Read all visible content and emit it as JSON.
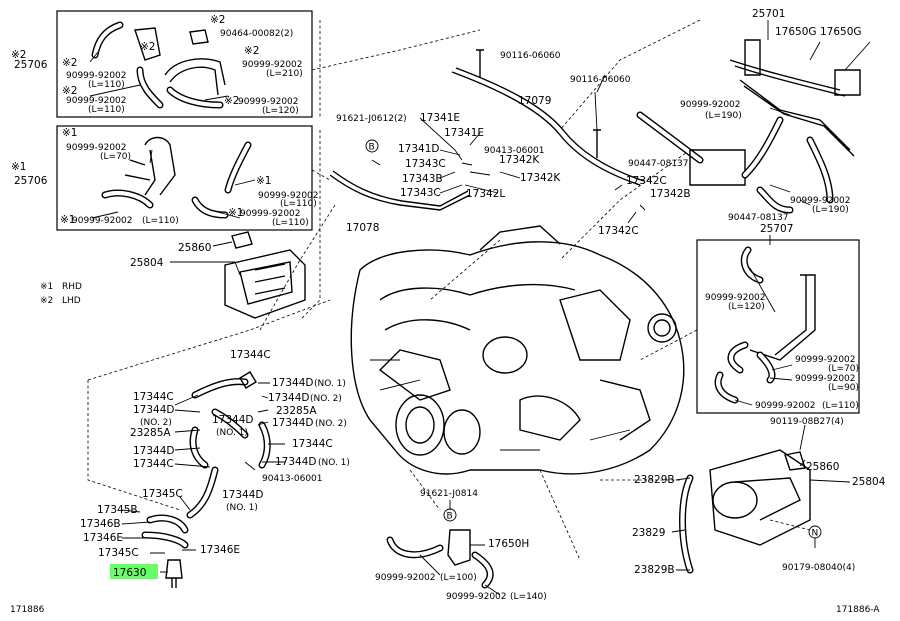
{
  "legend": {
    "rhd_mark": "※1",
    "rhd_text": "RHD",
    "lhd_mark": "※2",
    "lhd_text": "LHD"
  },
  "footer": {
    "left": "171886",
    "right": "171886-A"
  },
  "highlight_color": "#66ff66",
  "box_top": {
    "group_label": "25706",
    "group_mark": "※2",
    "labels": {
      "a": "※2",
      "b": "90464-00082(2)",
      "c": "※2",
      "d": "※2",
      "e": "90999-92002",
      "f": "(L=110)",
      "g": "※2",
      "h": "90999-92002",
      "i": "(L=110)",
      "j": "90999-92002",
      "k": "(L=210)",
      "l": "※2",
      "m": "90999-92002",
      "n": "(L=120)"
    }
  },
  "box_mid": {
    "group_label": "25706",
    "group_mark": "※1",
    "labels": {
      "a": "※1",
      "b": "90999-92002",
      "c": "(L=70)",
      "d": "※1",
      "e": "90999-92002",
      "f": "(L=110)",
      "g": "※1",
      "h": "90999-92002",
      "i": "(L=110)",
      "j": "90999-92002",
      "k": "(L=110)",
      "l": "※1",
      "m": "90999-92002"
    }
  },
  "left_parts": {
    "p25860": "25860",
    "p25804": "25804",
    "p17344C_a": "17344C",
    "p17344D_a": "17344D",
    "p17344D_a_n": "(NO. 1)",
    "p17344C_b": "17344C",
    "p17344D_b": "17344D",
    "p17344D_b_n": "(NO. 2)",
    "p23285A_a": "23285A",
    "p17344D_c": "17344D",
    "p17344D_c_n": "(NO. 1)",
    "p17344D_d": "17344D",
    "p17344D_d_n": "(NO. 2)",
    "p23285A_b": "23285A",
    "p17344C_c": "17344C",
    "p17344C_d": "17344C",
    "p17344D_e": "17344D",
    "p17344D_e_n": "(NO. 1)",
    "p90413": "90413-06001",
    "p17345C_a": "17345C",
    "p17344D_f": "17344D",
    "p17344D_f_n": "(NO. 1)",
    "p17345B": "17345B",
    "p17346B": "17346B",
    "p17346E_a": "17346E",
    "p17345C_b": "17345C",
    "p17346E_b": "17346E",
    "p17630": "17630",
    "p17344D_no2": "(NO. 2)"
  },
  "top_parts": {
    "p90116_a": "90116-06060",
    "p90116_b": "90116-06060",
    "p17079": "17079",
    "p91621_a": "91621-J0612(2)",
    "p17341E_a": "17341E",
    "p17341E_b": "17341E",
    "p17341D": "17341D",
    "p90413_b": "90413-06001",
    "p17343C": "17343C",
    "p17342K": "17342K",
    "p17343B": "17343B",
    "p17342K_b": "17342K",
    "p17343C_b": "17343C",
    "p17342L": "17342L",
    "p17078": "17078",
    "p17342C_a": "17342C",
    "p17342B": "17342B",
    "p17342C_b": "17342C",
    "p90447_a": "90447-08137",
    "p90447_b": "90447-08137",
    "p90999_190a": "90999-92002",
    "p90999_190a_l": "(L=190)",
    "p90999_190b": "90999-92002",
    "p90999_190b_l": "(L=190)",
    "p25701": "25701",
    "p17650G_a": "17650G",
    "p17650G_b": "17650G",
    "circle_b": "B"
  },
  "right_box": {
    "group_label": "25707",
    "labels": {
      "a": "90999-92002",
      "b": "(L=120)",
      "c": "90999-92002",
      "d": "(L=70)",
      "e": "90999-92002",
      "f": "(L=90)",
      "g": "90999-92002",
      "h": "(L=110)"
    }
  },
  "bottom_parts": {
    "p90119": "90119-08B27(4)",
    "p25860_r": "25860",
    "p25804_r": "25804",
    "p23829B_a": "23829B",
    "p23829": "23829",
    "p23829B_b": "23829B",
    "p90179": "90179-08040(4)",
    "circle_n": "N",
    "p91621_b": "91621-J0814",
    "circle_b2": "B",
    "p17650H": "17650H",
    "p90999_100": "90999-92002",
    "p90999_100_l": "(L=100)",
    "p90999_140": "90999-92002",
    "p90999_140_l": "(L=140)"
  }
}
